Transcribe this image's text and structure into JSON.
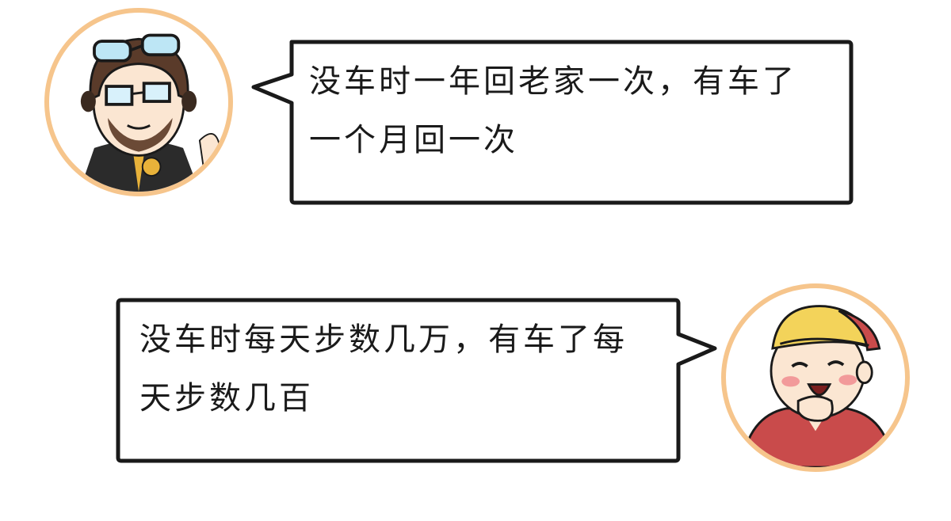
{
  "dialogue": [
    {
      "speaker": "goggles-character",
      "lines": [
        "没车时一年回老家一次，有车了",
        "一个月回一次"
      ]
    },
    {
      "speaker": "cap-character",
      "lines": [
        "没车时每天步数几万，有车了每",
        "天步数几百"
      ]
    }
  ],
  "colors": {
    "avatar_ring": "#f6c58c",
    "bubble_border": "#1a1a1a",
    "text": "#1a1a1a"
  }
}
